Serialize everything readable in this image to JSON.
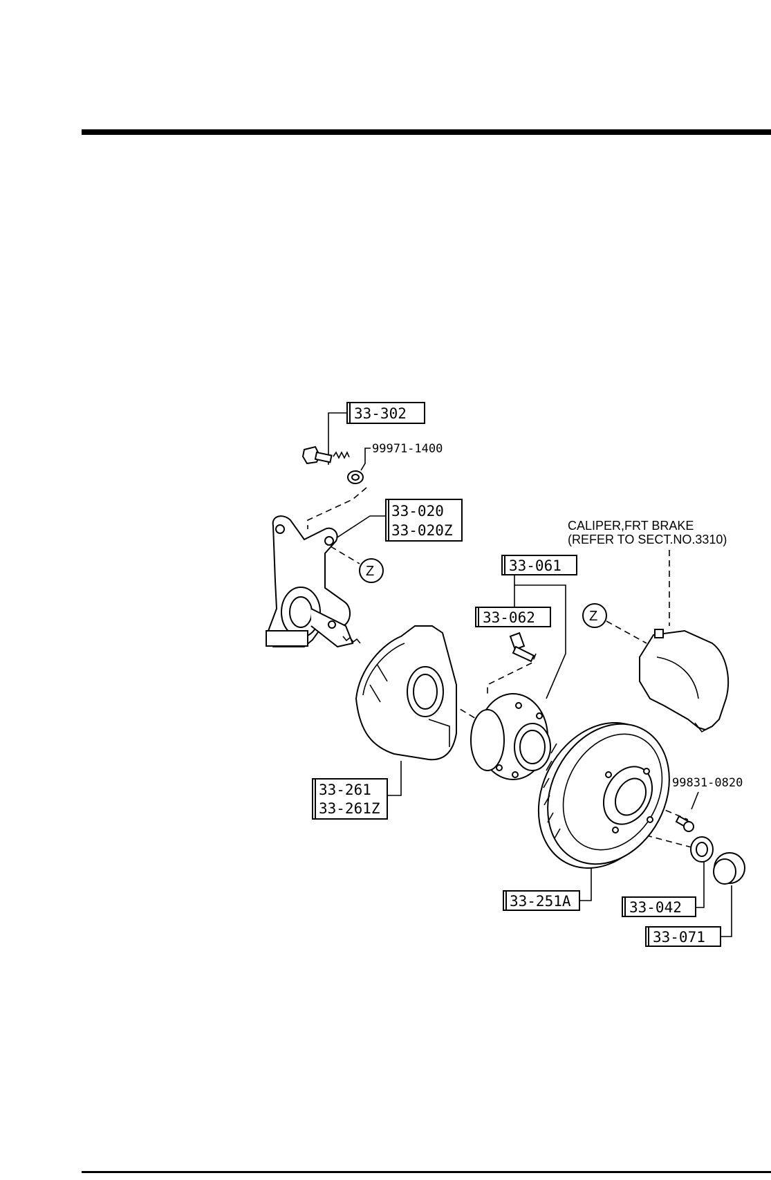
{
  "labels": {
    "bolt": "33-302",
    "washer": "99971-1400",
    "knuckle_1": "33-020",
    "knuckle_2": "33-020Z",
    "hub": "33-061",
    "stud": "33-062",
    "dust_cover_1": "33-261",
    "dust_cover_2": "33-261Z",
    "disc_plate": "33-251A",
    "disc_screw": "99831-0820",
    "hub_nut": "33-042",
    "hub_cap": "33-071"
  },
  "caliper_note": {
    "line1": "CALIPER,FRT BRAKE",
    "line2": "(REFER TO SECT.NO.3310)"
  },
  "reference_marker": "Z"
}
